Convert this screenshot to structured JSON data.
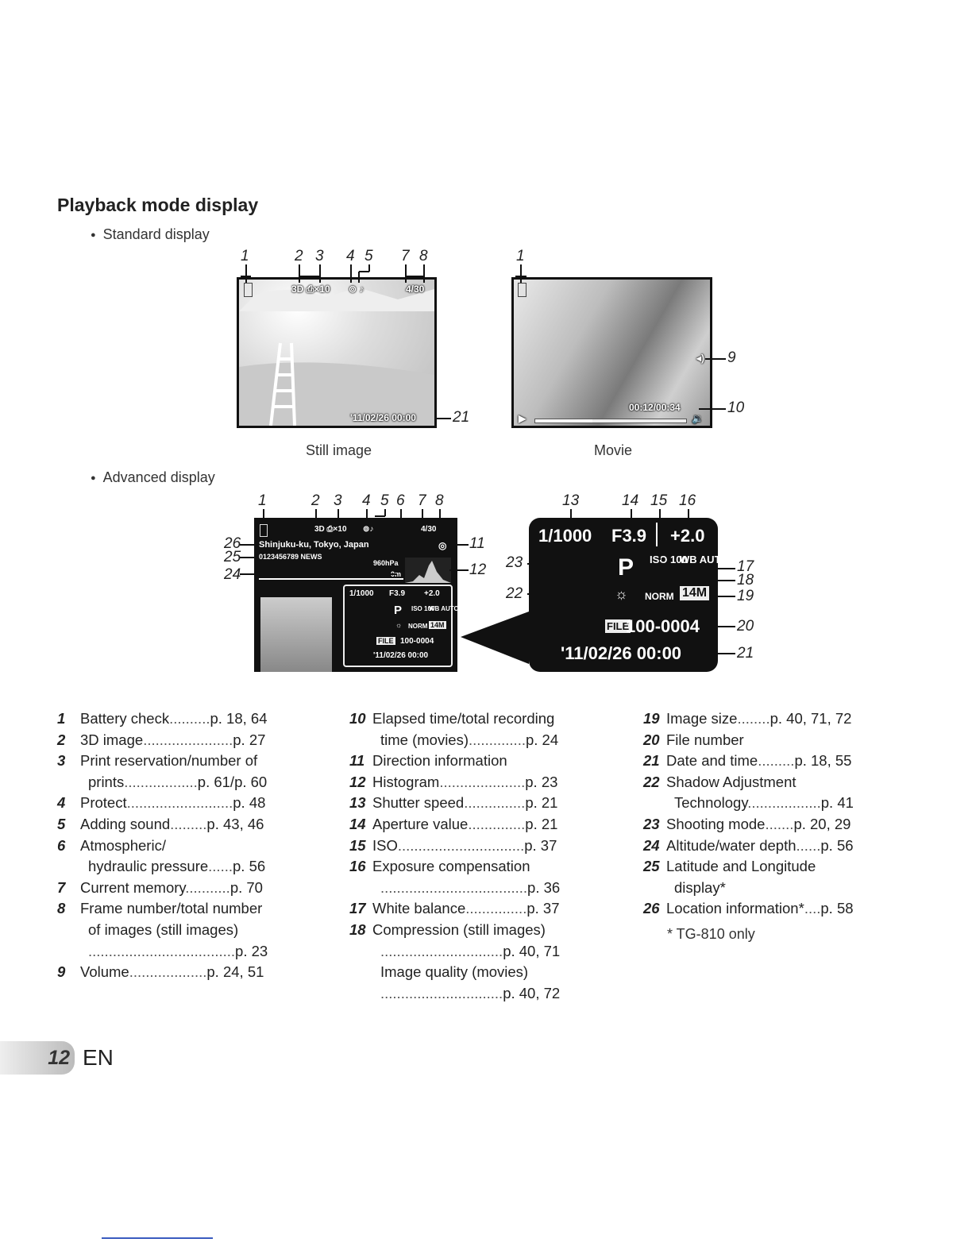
{
  "section_title": "Playback mode display",
  "standard_display_label": "Standard display",
  "advanced_display_label": "Advanced display",
  "still_caption": "Still image",
  "movie_caption": "Movie",
  "standard_still_callouts": [
    "1",
    "2",
    "3",
    "4",
    "5",
    "7",
    "8",
    "21"
  ],
  "standard_movie_callouts": [
    "1",
    "9",
    "10"
  ],
  "standard_screen_text": {
    "top": "3D ⎙×10",
    "frame": "4/30",
    "date": "'11/02/26 00:00",
    "elapsed": "00:12/00:34"
  },
  "advanced_callouts_top": [
    "1",
    "2",
    "3",
    "4",
    "5",
    "6",
    "7",
    "8"
  ],
  "advanced_callouts_left": [
    "26",
    "25",
    "24"
  ],
  "advanced_callouts_right": [
    "11",
    "12"
  ],
  "zoom_callouts_top": [
    "13",
    "14",
    "15",
    "16"
  ],
  "zoom_callouts_left": [
    "23",
    "22"
  ],
  "zoom_callouts_right": [
    "17",
    "18",
    "19",
    "20",
    "21"
  ],
  "advanced_screen": {
    "top": "3D ⎙×10",
    "frame": "4/30",
    "location": "Shinjuku-ku, Tokyo, Japan",
    "latlong": "0123456789 NEWS",
    "pressure": "960hPa",
    "altitude": "0m",
    "shutter": "1/1000",
    "aperture": "F3.9",
    "exposure": "+2.0",
    "mode": "P",
    "iso": "ISO 100",
    "wb": "WB AUTO",
    "compression": "NORM",
    "size": "14M",
    "file": "100-0004",
    "file_badge": "FILE",
    "date": "'11/02/26 00:00"
  },
  "column1": [
    {
      "num": "1",
      "text": "Battery check",
      "dots": "..........",
      "ref": "p. 18, 64"
    },
    {
      "num": "2",
      "text": "3D image",
      "dots": "......................",
      "ref": "p. 27"
    },
    {
      "num": "3",
      "text": "Print reservation/number of",
      "dots": "",
      "ref": ""
    },
    {
      "num": "",
      "text": "prints",
      "dots": "..................",
      "ref": "p. 61/p. 60"
    },
    {
      "num": "4",
      "text": "Protect",
      "dots": "..........................",
      "ref": "p. 48"
    },
    {
      "num": "5",
      "text": "Adding sound",
      "dots": ".........",
      "ref": "p. 43, 46"
    },
    {
      "num": "6",
      "text": "Atmospheric/",
      "dots": "",
      "ref": ""
    },
    {
      "num": "",
      "text": "hydraulic pressure",
      "dots": "......",
      "ref": "p. 56"
    },
    {
      "num": "7",
      "text": "Current memory",
      "dots": "...........",
      "ref": "p. 70"
    },
    {
      "num": "8",
      "text": "Frame number/total number",
      "dots": "",
      "ref": ""
    },
    {
      "num": "",
      "text": "of images (still images)",
      "dots": "",
      "ref": ""
    },
    {
      "num": "",
      "text": "",
      "dots": "....................................",
      "ref": "p. 23"
    },
    {
      "num": "9",
      "text": "Volume",
      "dots": "...................",
      "ref": "p. 24, 51"
    }
  ],
  "column2": [
    {
      "num": "10",
      "text": "Elapsed time/total recording",
      "dots": "",
      "ref": ""
    },
    {
      "num": "",
      "text": "time (movies)",
      "dots": "..............",
      "ref": "p. 24"
    },
    {
      "num": "11",
      "text": "Direction information",
      "dots": "",
      "ref": ""
    },
    {
      "num": "12",
      "text": "Histogram",
      "dots": ".....................",
      "ref": "p. 23"
    },
    {
      "num": "13",
      "text": "Shutter speed",
      "dots": "...............",
      "ref": "p. 21"
    },
    {
      "num": "14",
      "text": "Aperture value",
      "dots": "..............",
      "ref": "p. 21"
    },
    {
      "num": "15",
      "text": "ISO",
      "dots": "...............................",
      "ref": "p. 37"
    },
    {
      "num": "16",
      "text": "Exposure compensation",
      "dots": "",
      "ref": ""
    },
    {
      "num": "",
      "text": "",
      "dots": "....................................",
      "ref": "p. 36"
    },
    {
      "num": "17",
      "text": "White balance",
      "dots": "...............",
      "ref": "p. 37"
    },
    {
      "num": "18",
      "text": "Compression (still images)",
      "dots": "",
      "ref": ""
    },
    {
      "num": "",
      "text": "",
      "dots": "..............................",
      "ref": "p. 40, 71"
    },
    {
      "num": "",
      "text": "Image quality (movies)",
      "dots": "",
      "ref": ""
    },
    {
      "num": "",
      "text": "",
      "dots": "..............................",
      "ref": "p. 40, 72"
    }
  ],
  "column3": [
    {
      "num": "19",
      "text": "Image size",
      "dots": "........",
      "ref": "p. 40, 71, 72"
    },
    {
      "num": "20",
      "text": "File number",
      "dots": "",
      "ref": ""
    },
    {
      "num": "21",
      "text": "Date and time",
      "dots": ".........",
      "ref": "p. 18, 55"
    },
    {
      "num": "22",
      "text": "Shadow Adjustment",
      "dots": "",
      "ref": ""
    },
    {
      "num": "",
      "text": "Technology",
      "dots": "..................",
      "ref": "p. 41"
    },
    {
      "num": "23",
      "text": "Shooting mode",
      "dots": ".......",
      "ref": "p. 20, 29"
    },
    {
      "num": "24",
      "text": "Altitude/water depth",
      "dots": "......",
      "ref": "p. 56"
    },
    {
      "num": "25",
      "text": "Latitude and Longitude",
      "dots": "",
      "ref": ""
    },
    {
      "num": "",
      "text": "display*",
      "dots": "",
      "ref": ""
    },
    {
      "num": "26",
      "text": "Location information*",
      "dots": "....",
      "ref": "p. 58"
    }
  ],
  "footnote": "* TG-810 only",
  "page_number": "12",
  "language": "EN"
}
